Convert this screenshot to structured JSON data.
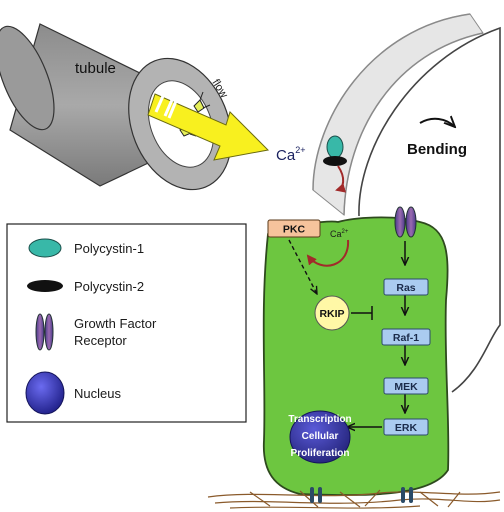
{
  "diagram": {
    "tubule_label": "tubule",
    "flow_label": "flow",
    "bending_label": "Bending",
    "calcium_outer": {
      "base": "Ca",
      "sup": "2+"
    },
    "calcium_inner": {
      "base": "Ca",
      "sup": "2+"
    },
    "kinases": {
      "pkc": "PKC",
      "rkip": "RKIP",
      "ras": "Ras",
      "raf": "Raf-1",
      "mek": "MEK",
      "erk": "ERK"
    },
    "nucleus_lines": [
      "Transcription",
      "Cellular",
      "Proliferation"
    ]
  },
  "legend": {
    "items": [
      {
        "icon": "polycystin-1-icon",
        "label": "Polycystin-1"
      },
      {
        "icon": "polycystin-2-icon",
        "label": "Polycystin-2"
      },
      {
        "icon": "growth-factor-receptor-icon",
        "label_lines": [
          "Growth Factor",
          "Receptor"
        ]
      },
      {
        "icon": "nucleus-icon",
        "label": "Nucleus"
      }
    ]
  },
  "colors": {
    "cell": "#6dc640",
    "pathway_box": "#aacbf0",
    "pkc_box": "#f6c39c",
    "rkip": "#fff8a6",
    "arrow_yellow": "#f8f01f",
    "polycystin_1": "#38b8a8",
    "nucleus": "#3a3ab8"
  }
}
